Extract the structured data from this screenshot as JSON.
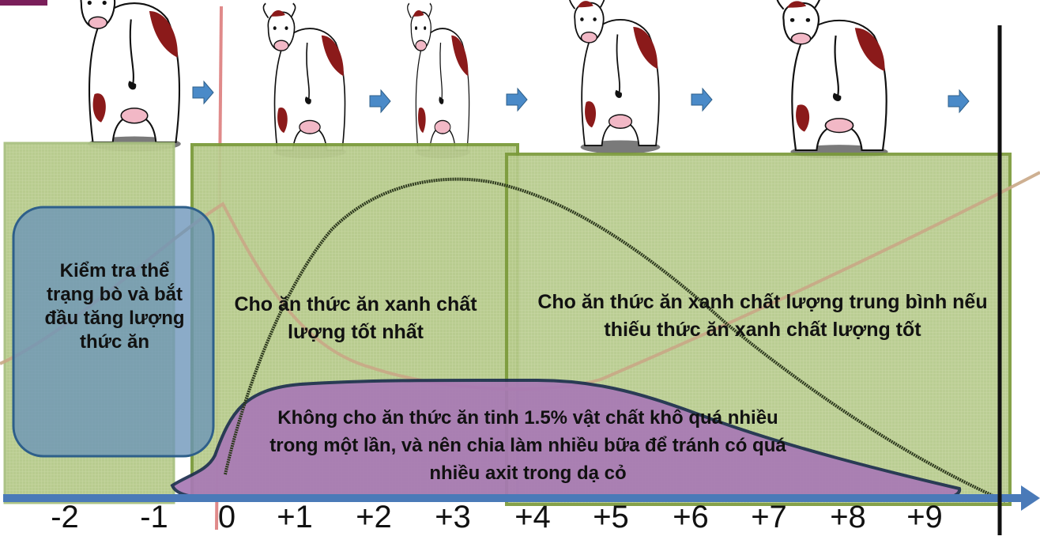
{
  "colors": {
    "panel_fill": "#b5c98a",
    "panel_border_left": "#a8c080",
    "panel_border": "#7b9a3a",
    "info_box_fill": "#6a93b8",
    "info_box_border": "#2e5f8a",
    "purple_fill": "#a879b5",
    "purple_border": "#1d2f4f",
    "dark_curve": "#2e3a1e",
    "tan_curve": "#c9a786",
    "pink_axis": "#e08a8a",
    "timeline": "#4a7ab8",
    "arrow": "#4a8ac8",
    "cow_patch": "#8b1a1a",
    "cow_nose": "#f2b8c6"
  },
  "panels": {
    "check_text": "Kiểm tra thể trạng bò và bắt đầu tăng lượng thức ăn",
    "best_text": "Cho ăn thức ăn xanh chất lượng tốt nhất",
    "medium_text": "Cho ăn thức ăn xanh chất lượng trung bình nếu thiếu thức ăn xanh chất lượng tốt",
    "concentrate_text": "Không cho ăn thức ăn tinh 1.5% vật chất khô quá nhiều trong một lần, và nên chia làm nhiều bữa để tránh có quá nhiều axit trong dạ cỏ"
  },
  "timeline": {
    "labels": [
      "-2",
      "-1",
      "0",
      "+1",
      "+2",
      "+3",
      "+4",
      "+5",
      "+6",
      "+7",
      "+8",
      "+9"
    ]
  },
  "cows": [
    {
      "name": "cow-1-icon",
      "condition": "full"
    },
    {
      "name": "cow-2-icon",
      "condition": "slim"
    },
    {
      "name": "cow-3-icon",
      "condition": "thin"
    },
    {
      "name": "cow-4-icon",
      "condition": "recovering"
    },
    {
      "name": "cow-5-icon",
      "condition": "full"
    }
  ]
}
